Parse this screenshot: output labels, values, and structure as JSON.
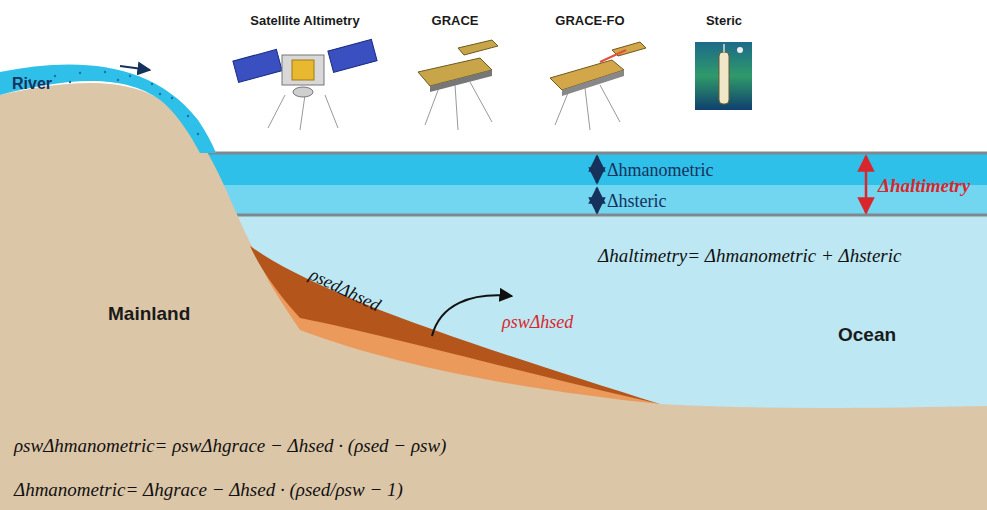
{
  "diagram": {
    "labels": [
      "Satellite Altimetry",
      "GRACE",
      "GRACE-FO",
      "Steric",
      "River",
      "Mainland",
      "Ocean",
      "Δhmanometric",
      "Δhsteric",
      "Δhaltimetry",
      "Δhaltimetry= Δhmanometric + Δhsteric",
      "ρsedΔhsed",
      "ρswΔhsed",
      "ρswΔhmanometric= ρswΔhgrace − Δhsed · (ρsed − ρsw)",
      "Δhmanometric= Δhgrace − Δhsed · (ρsed/ρsw − 1)"
    ]
  }
}
